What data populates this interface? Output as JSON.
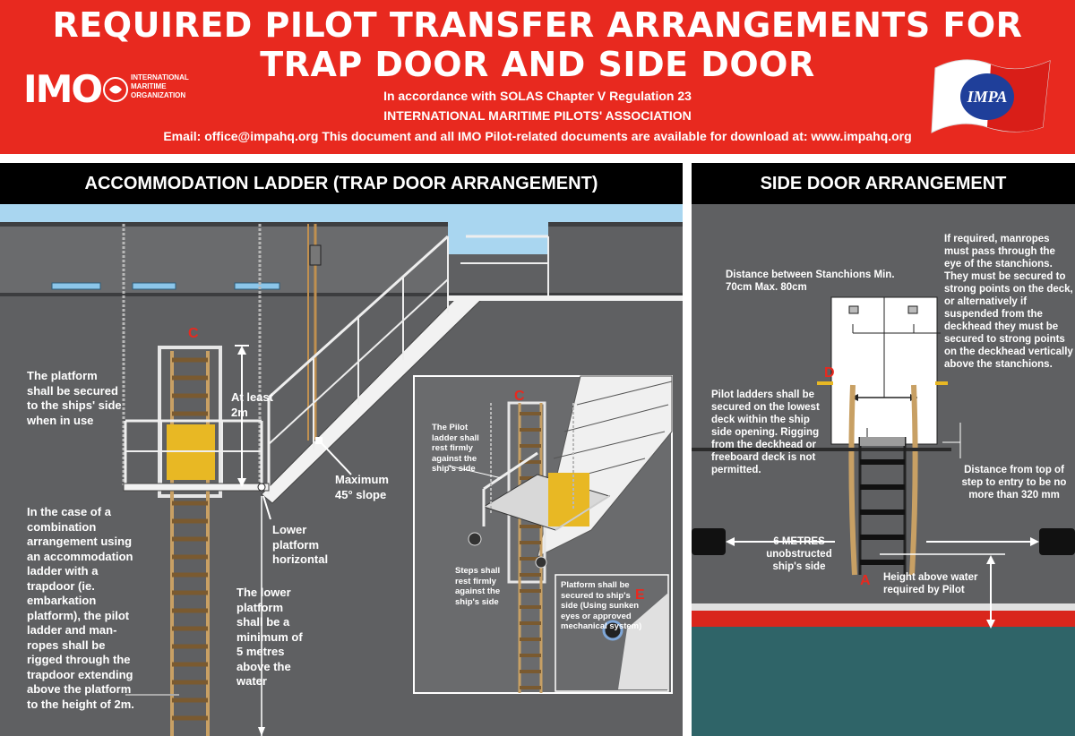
{
  "header": {
    "title_line1": "REQUIRED PILOT TRANSFER ARRANGEMENTS FOR",
    "title_line2": "TRAP DOOR AND SIDE DOOR",
    "subtitle1": "In accordance with SOLAS Chapter V Regulation 23",
    "subtitle2": "INTERNATIONAL MARITIME PILOTS' ASSOCIATION",
    "contact": "Email: office@impahq.org  This document and all IMO Pilot-related documents are available for download at: www.impahq.org",
    "imo_logo_text": "IMO",
    "imo_org_text": "INTERNATIONAL MARITIME ORGANIZATION",
    "impa_logo_text": "IMPA"
  },
  "left": {
    "heading": "ACCOMMODATION LADDER (TRAP DOOR ARRANGEMENT)",
    "label_c": "C",
    "platform_secured": "The platform shall be secured to the ships' side when in use",
    "at_least": "At least 2m",
    "max_slope": "Maximum 45° slope",
    "lower_platform": "Lower platform horizontal",
    "combination": "In the case of a combination arrangement using an accommodation ladder with a trapdoor (ie. embarkation platform), the pilot ladder and man-ropes shall be rigged through the trapdoor extending above the platform to the height of 2m.",
    "lower_min": "The lower platform shall be a minimum of 5 metres above the water",
    "inset": {
      "label_c": "C",
      "label_e": "E",
      "pilot_rest": "The Pilot ladder shall rest firmly against the ship's side",
      "steps_rest": "Steps shall rest firmly against the ship's side",
      "platform_secured": "Platform shall be secured to ship's side (Using sunken eyes or approved mechanical system)"
    }
  },
  "right": {
    "heading": "SIDE DOOR ARRANGEMENT",
    "stanchion_dist": "Distance between Stanchions Min. 70cm Max. 80cm",
    "manropes": "If required, manropes must pass through the eye of the stanchions. They must be secured to strong points on the deck, or alternatively if suspended from the deckhead they must be secured to strong points on the deckhead vertically above the stanchions.",
    "label_d": "D",
    "pilot_ladders": "Pilot ladders shall be secured on the lowest deck within the ship side opening. Rigging from the deckhead or freeboard deck is not permitted.",
    "step_entry": "Distance from top of step to entry to be no more than 320 mm",
    "six_metres": "6 METRES unobstructed ship's side",
    "label_a": "A",
    "height_above": "Height above water required by Pilot"
  },
  "colors": {
    "brand_red": "#e8291f",
    "panel_gray": "#5f6062",
    "sky_blue": "#a9d6f0",
    "sea": "#2f6468",
    "rope": "#c8a064",
    "platform_yellow": "#e8b824"
  }
}
